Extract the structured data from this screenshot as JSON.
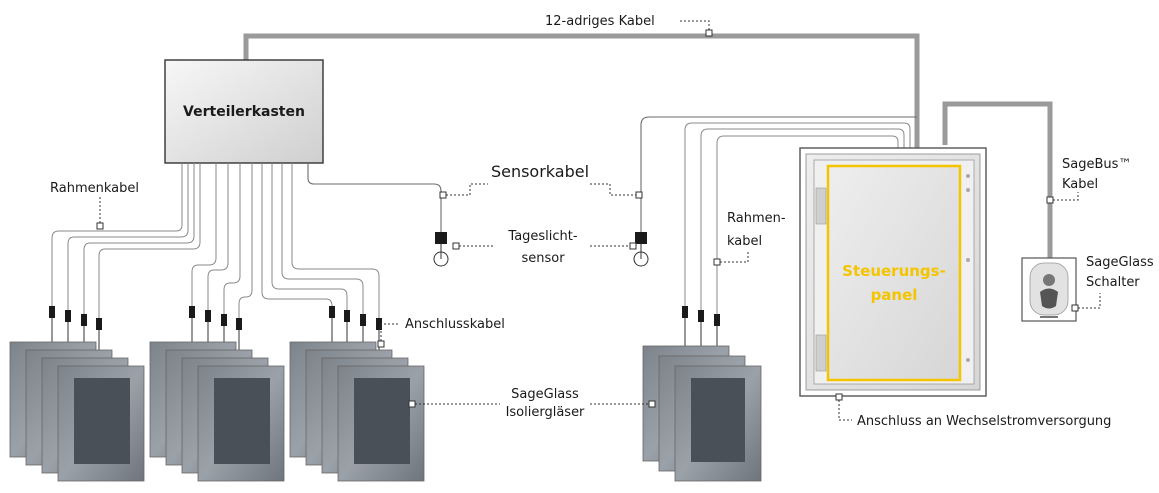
{
  "labels": {
    "cable_12": "12-adriges Kabel",
    "distribution_box": "Verteilerkasten",
    "frame_cable_left": "Rahmenkabel",
    "sensor_cable": "Sensorkabel",
    "daylight_sensor_1": "Tageslicht-",
    "daylight_sensor_2": "sensor",
    "frame_cable_right_1": "Rahmen-",
    "frame_cable_right_2": "kabel",
    "connection_cable": "Anschlusskabel",
    "igu_1": "SageGlass",
    "igu_2": "Isoliergläser",
    "control_panel_1": "Steuerungs-",
    "control_panel_2": "panel",
    "sagebus_1": "SageBus™",
    "sagebus_2": "Kabel",
    "switch_1": "SageGlass",
    "switch_2": "Schalter",
    "ac_supply": "Anschluss an Wechselstromversorgung"
  },
  "colors": {
    "thick_cable": "#9a9a9a",
    "panel_highlight": "#f5c400",
    "glass_dark": "#4a5058"
  }
}
